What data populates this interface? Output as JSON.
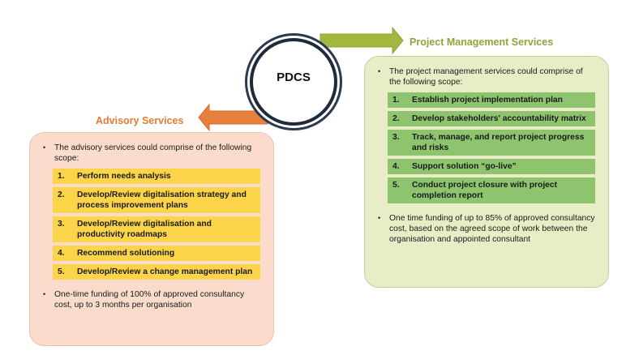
{
  "center": {
    "label": "PDCS"
  },
  "advisory": {
    "title": "Advisory Services",
    "intro": "The advisory services could comprise of the following scope:",
    "items": [
      {
        "num": "1.",
        "text": "Perform needs analysis"
      },
      {
        "num": "2.",
        "text": "Develop/Review digitalisation strategy and process improvement plans"
      },
      {
        "num": "3.",
        "text": "Develop/Review digitalisation and productivity roadmaps"
      },
      {
        "num": "4.",
        "text": "Recommend solutioning"
      },
      {
        "num": "5.",
        "text": "Develop/Review a change management plan"
      }
    ],
    "funding": "One-time funding of 100% of approved consultancy cost, up to 3 months per organisation"
  },
  "project_management": {
    "title": "Project Management Services",
    "intro": "The project management services could comprise of the following scope:",
    "items": [
      {
        "num": "1.",
        "text": "Establish project implementation plan"
      },
      {
        "num": "2.",
        "text": "Develop stakeholders' accountability matrix"
      },
      {
        "num": "3.",
        "text": "Track, manage, and report project progress and risks"
      },
      {
        "num": "4.",
        "text": "Support solution “go-live”"
      },
      {
        "num": "5.",
        "text": "Conduct project closure with project completion report"
      }
    ],
    "funding": "One time funding of up to 85% of approved consultancy cost, based on the agreed scope of work between the organisation and appointed consultant"
  },
  "colors": {
    "advisory_accent": "#e77b35",
    "pm_accent": "#8ea53b",
    "advisory_item": "#fbd44a",
    "pm_item": "#8dc46d"
  }
}
